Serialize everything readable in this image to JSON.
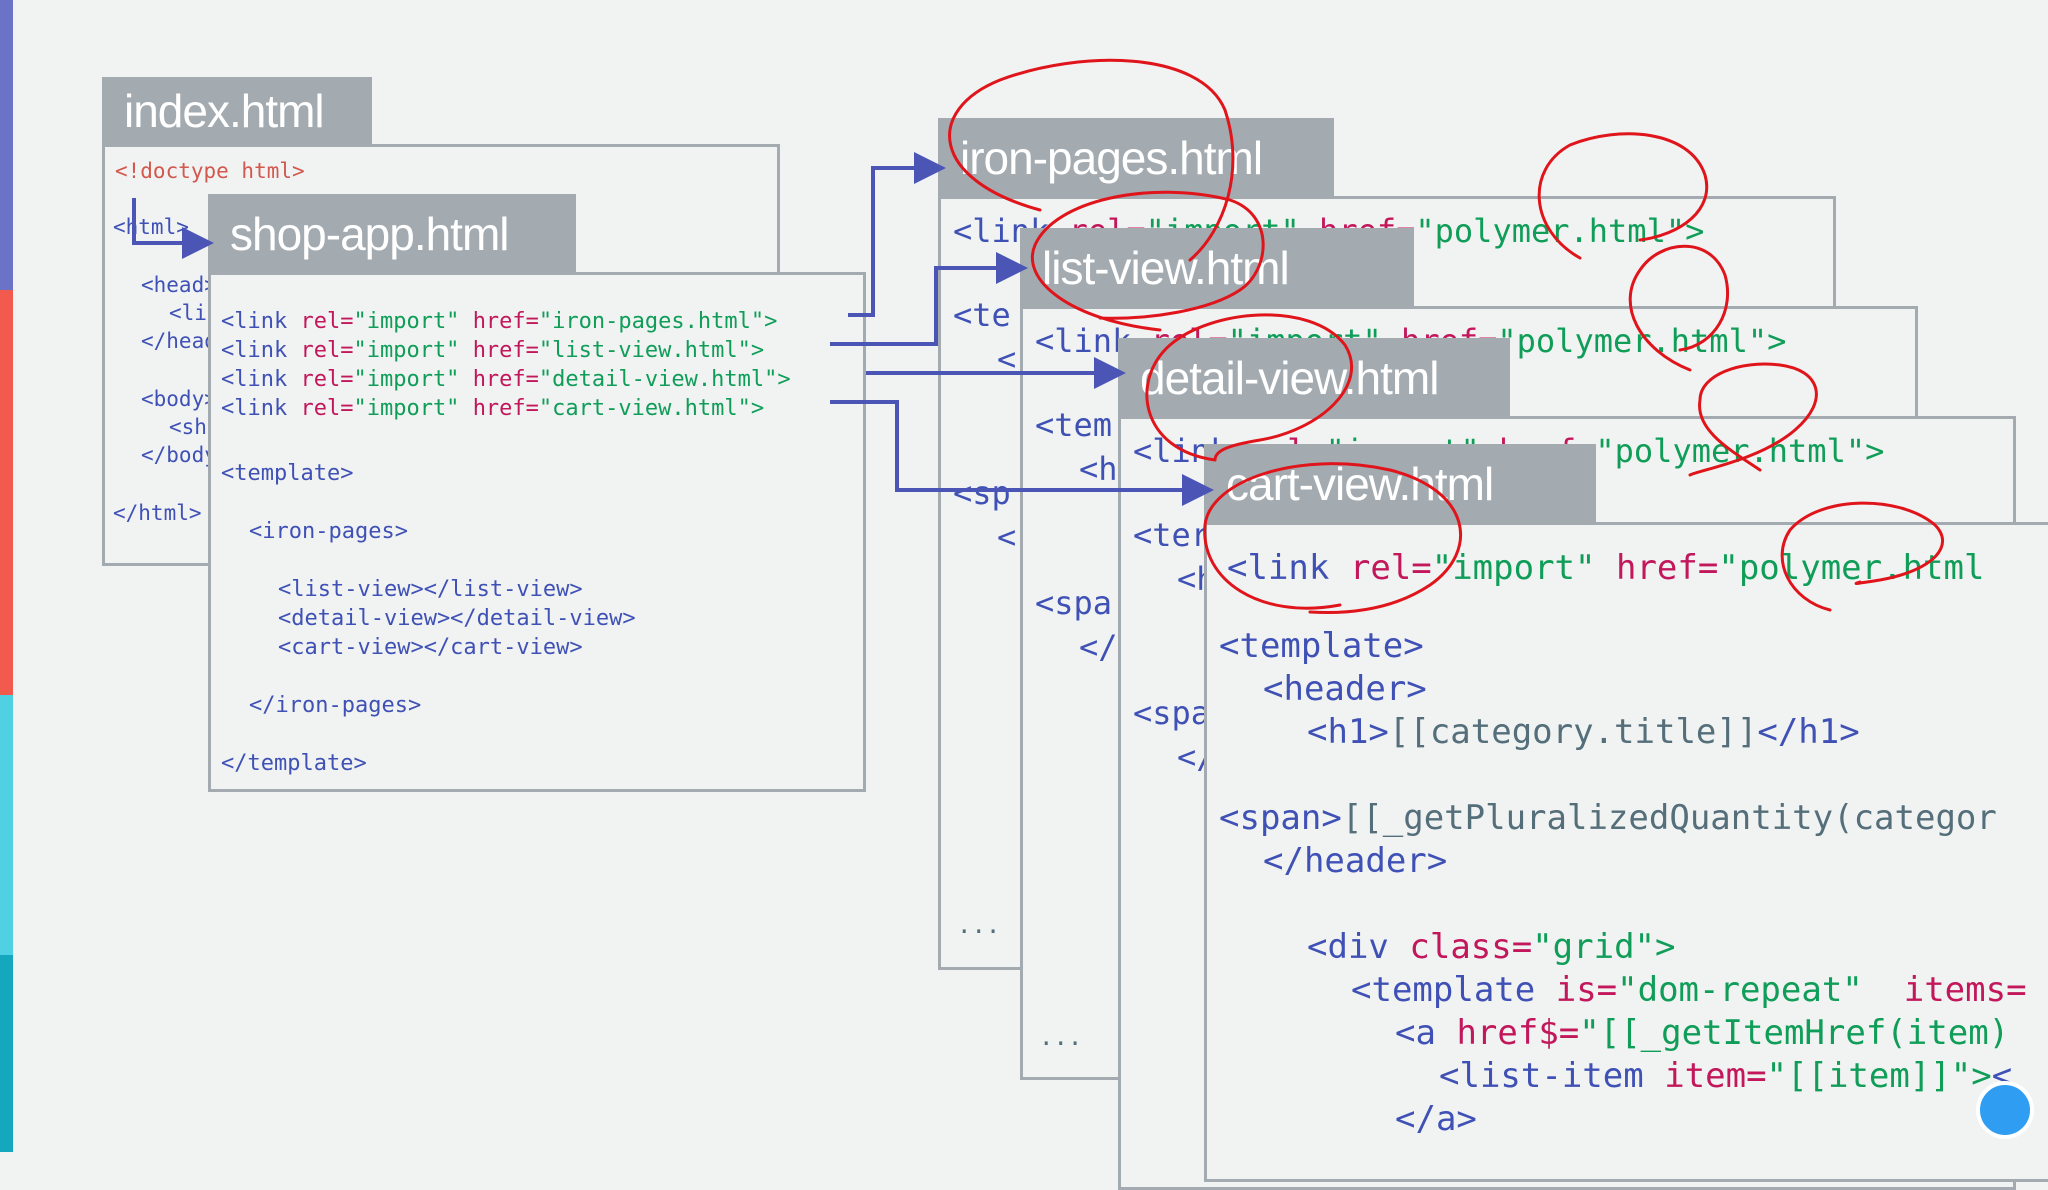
{
  "files": {
    "index": {
      "title": "index.html",
      "lines": [
        "<!doctype html>",
        "<html>",
        "<head>",
        "<li",
        "</head>",
        "<body>",
        "<sh",
        "</body>",
        "</html>"
      ]
    },
    "shop_app": {
      "title": "shop-app.html",
      "imports": [
        {
          "tag": "<link",
          "rel_attr": "rel=",
          "rel_val": "\"import\"",
          "href_attr": "href=",
          "href_val": "\"iron-pages.html\">"
        },
        {
          "tag": "<link",
          "rel_attr": "rel=",
          "rel_val": "\"import\"",
          "href_attr": "href=",
          "href_val": "\"list-view.html\">"
        },
        {
          "tag": "<link",
          "rel_attr": "rel=",
          "rel_val": "\"import\"",
          "href_attr": "href=",
          "href_val": "\"detail-view.html\">"
        },
        {
          "tag": "<link",
          "rel_attr": "rel=",
          "rel_val": "\"import\"",
          "href_attr": "href=",
          "href_val": "\"cart-view.html\">"
        }
      ],
      "body": [
        "<template>",
        "<iron-pages>",
        "<list-view></list-view>",
        "<detail-view></detail-view>",
        "<cart-view></cart-view>",
        "</iron-pages>",
        "</template>"
      ]
    },
    "iron_pages": {
      "title": "iron-pages.html",
      "link": {
        "tag": "<link",
        "rel_attr": "rel=",
        "rel_val": "\"import\"",
        "href_attr": "href=",
        "href_val": "\"polymer.html\">"
      },
      "lines": [
        "<te",
        "<",
        "<sp",
        "<"
      ],
      "ellipsis": "..."
    },
    "list_view": {
      "title": "list-view.html",
      "link": {
        "tag": "<link",
        "rel_attr": "rel=",
        "rel_val": "\"import\"",
        "href_attr": "href=",
        "href_val": "\"polymer.html\">"
      },
      "lines": [
        "<tem",
        "<h",
        "<spa",
        "</"
      ],
      "ellipsis": "..."
    },
    "detail_view": {
      "title": "detail-view.html",
      "link": {
        "tag": "<link",
        "rel_attr": "rel=",
        "rel_val": "\"import\"",
        "href_attr": "href=",
        "href_val": "\"polymer.html\">"
      },
      "lines": [
        "<ter",
        "<h",
        "<spa",
        "</"
      ],
      "ellipsis": "..."
    },
    "cart_view": {
      "title": "cart-view.html",
      "link": {
        "tag": "<link",
        "rel_attr": "rel=",
        "rel_val": "\"import\"",
        "href_attr": "href=",
        "href_val": "\"polymer.html"
      },
      "template_open": "<template>",
      "header_open": "<header>",
      "h1_open": "<h1>",
      "h1_binding": "[[category.title]]",
      "h1_close": "</h1>",
      "span_open": "<span>",
      "span_binding": "[[_getPluralizedQuantity(categor",
      "header_close": "</header>",
      "div_open": "<div",
      "div_attr": "class=",
      "div_val": "\"grid\">",
      "repeat_open": "<template",
      "repeat_is": "is=",
      "repeat_is_val": "\"dom-repeat\"",
      "repeat_items": "items=",
      "a_open": "<a",
      "a_attr": "href$=",
      "a_val": "\"[[_getItemHref(item)",
      "item_open": "<list-item",
      "item_attr": "item=",
      "item_val": "\"[[item]]\">",
      "item_tail": "<",
      "a_close": "</a>"
    }
  },
  "colors": {
    "tag": "#3f51b5",
    "attribute": "#c2185b",
    "string": "#0f9d58",
    "plain": "#546e7a",
    "doctype": "#d2584e",
    "tab": "#a3abb1",
    "arrow": "#4b55b5",
    "annotation": "#e0151b"
  }
}
